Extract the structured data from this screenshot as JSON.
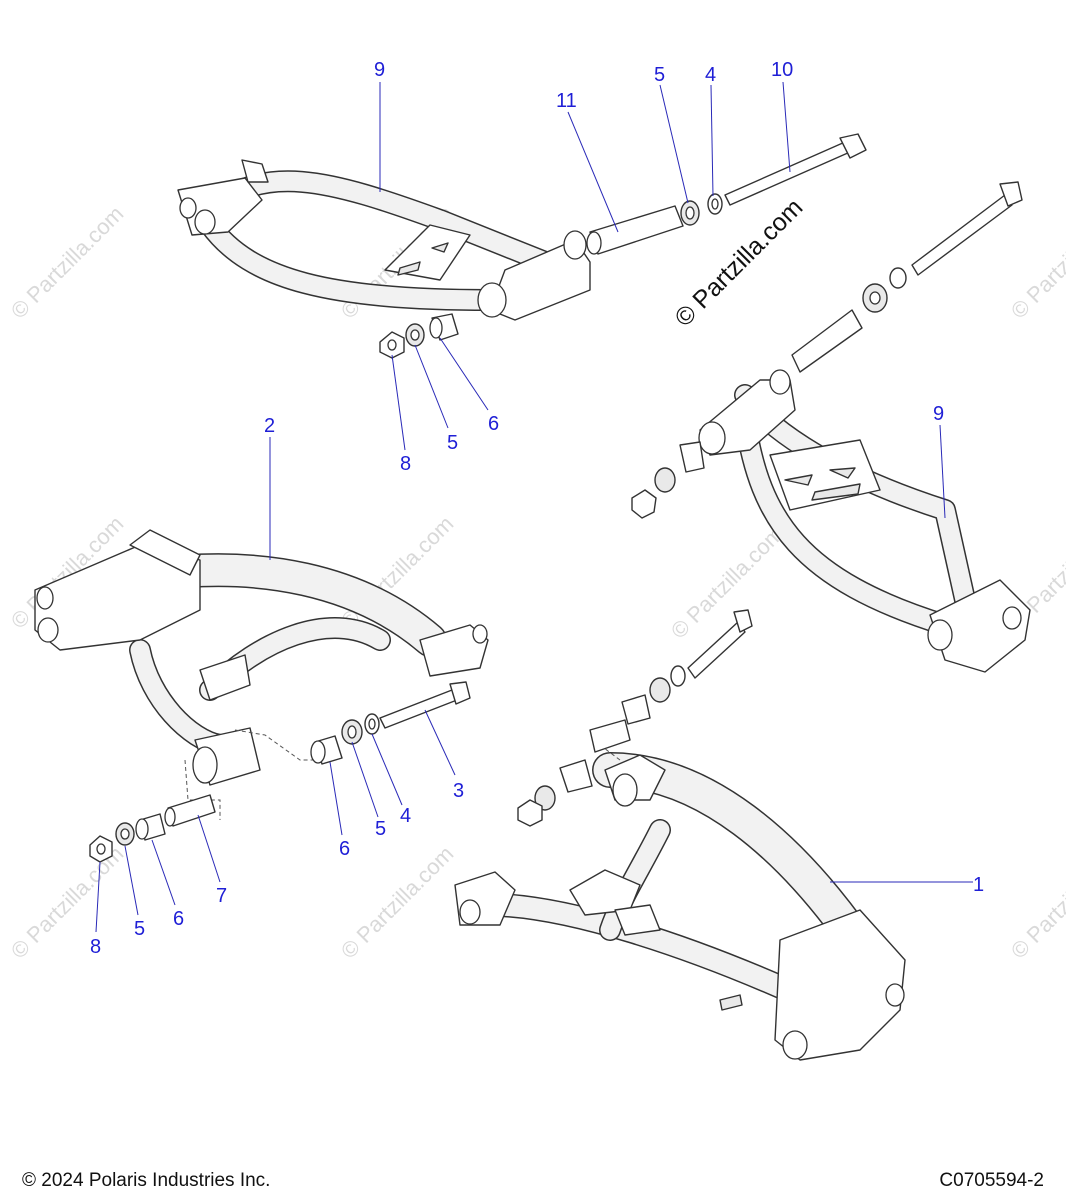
{
  "watermark": "© Partzilla.com",
  "footer": {
    "copyright": "© 2024 Polaris Industries Inc.",
    "diagram_code": "C0705594-2"
  },
  "callouts": {
    "upper_left": {
      "arm": "9",
      "sleeve": "11",
      "washer_a": "5",
      "washer_b": "4",
      "bolt": "10",
      "nut": "8",
      "washer_c": "5",
      "bushing": "6"
    },
    "upper_right": {
      "arm": "9"
    },
    "lower_left": {
      "arm": "2",
      "bolt": "3",
      "washer_b": "4",
      "washer_a": "5",
      "bushing_a": "6",
      "sleeve": "7",
      "bushing_b": "6",
      "washer_c": "5",
      "nut": "8"
    },
    "lower_right": {
      "arm": "1"
    }
  },
  "colors": {
    "callout": "#1f1fd6",
    "line_art": "#333333"
  }
}
